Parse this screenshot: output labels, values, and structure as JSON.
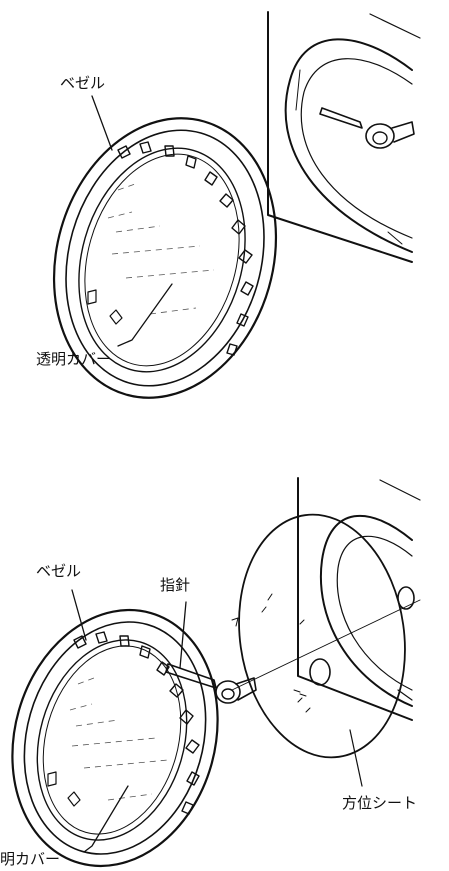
{
  "labels": {
    "top_bezel": "ベゼル",
    "top_cover": "透明カバー",
    "bottom_bezel": "ベゼル",
    "needle": "指針",
    "direction_sheet": "方位シート",
    "bottom_cover": "明カバー"
  },
  "colors": {
    "ink": "#111111",
    "background": "#ffffff"
  }
}
